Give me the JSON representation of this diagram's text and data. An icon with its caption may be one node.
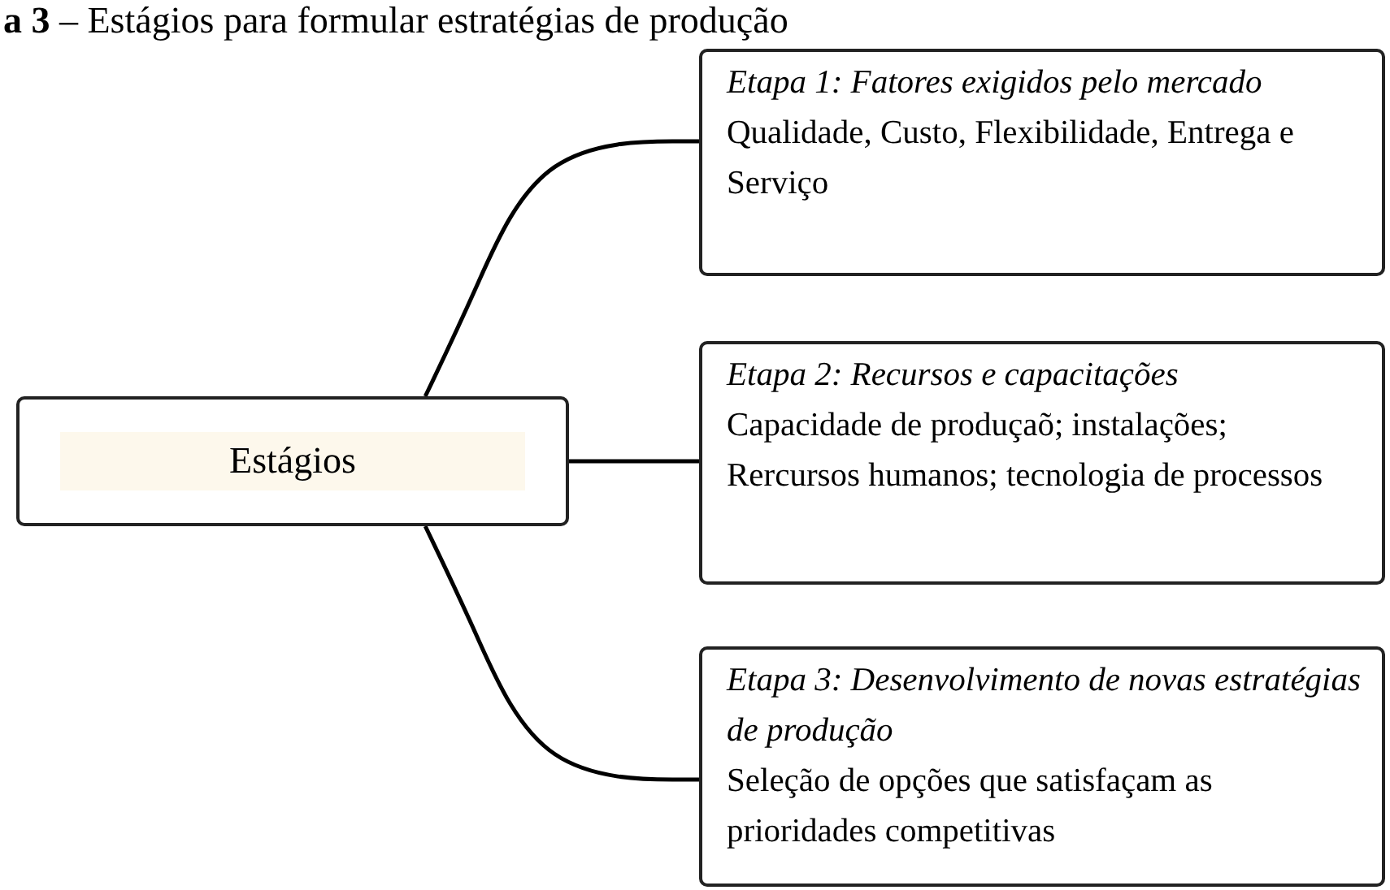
{
  "diagram": {
    "title": "**a 3** – Estágios para formular estratégias de produção",
    "nodes": [
      {
        "text": [
          "Estágios"
        ]
      },
      {
        "text": [
          "Etapa 1: Fatores exigidos pelo mercado",
          "Qualidade, Custo, Flexibilidade, Entrega e Serviço"
        ]
      },
      {
        "text": [
          "Etapa 2: Recursos e capacitações",
          "Capacidade de produçaõ; instalações; Rercursos humanos; tecnologia de processos"
        ]
      },
      {
        "text": [
          "Etapa 3: Desenvolvimento de novas estratégias de produção",
          "Seleção de opções que satisfaçam as prioridades competitivas"
        ]
      }
    ],
    "edges": [
      {
        "from": 0,
        "to": 1,
        "arrow": "none"
      },
      {
        "from": 0,
        "to": 2,
        "arrow": "none"
      },
      {
        "from": 0,
        "to": 3,
        "arrow": "none"
      }
    ]
  }
}
